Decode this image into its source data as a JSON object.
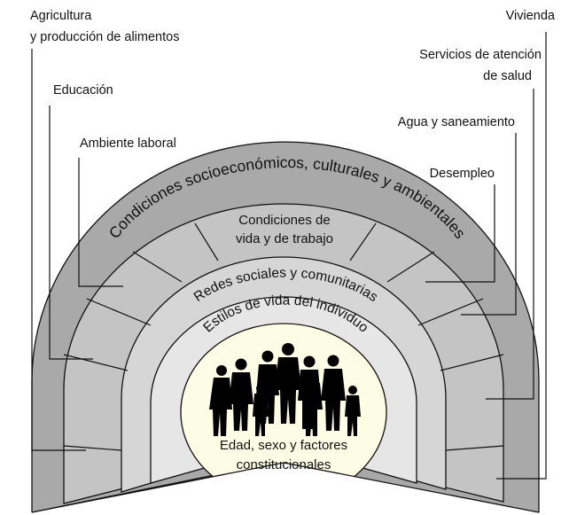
{
  "labels": {
    "agricultura_1": "Agricultura",
    "agricultura_2": "y producción de alimentos",
    "educacion": "Educación",
    "ambiente_laboral": "Ambiente laboral",
    "vivienda": "Vivienda",
    "servicios_1": "Servicios de atención",
    "servicios_2": "de salud",
    "agua": "Agua y saneamiento",
    "desempleo": "Desempleo"
  },
  "rings": {
    "outer": "Condiciones socioeconómicos, culturales y ambientales",
    "living_1": "Condiciones de",
    "living_2": "vida y de trabajo",
    "networks": "Redes sociales y comunitarias",
    "lifestyle": "Estilos de vida del individuo"
  },
  "core": {
    "line1": "Edad, sexo y factores",
    "line2": "constitucionales"
  },
  "colors": {
    "outer_ring": "#a9a9a9",
    "living_ring": "#c4c4c4",
    "network_ring": "#d6d6d6",
    "lifestyle_ring": "#e6e6e6",
    "core": "#fdfde6"
  }
}
